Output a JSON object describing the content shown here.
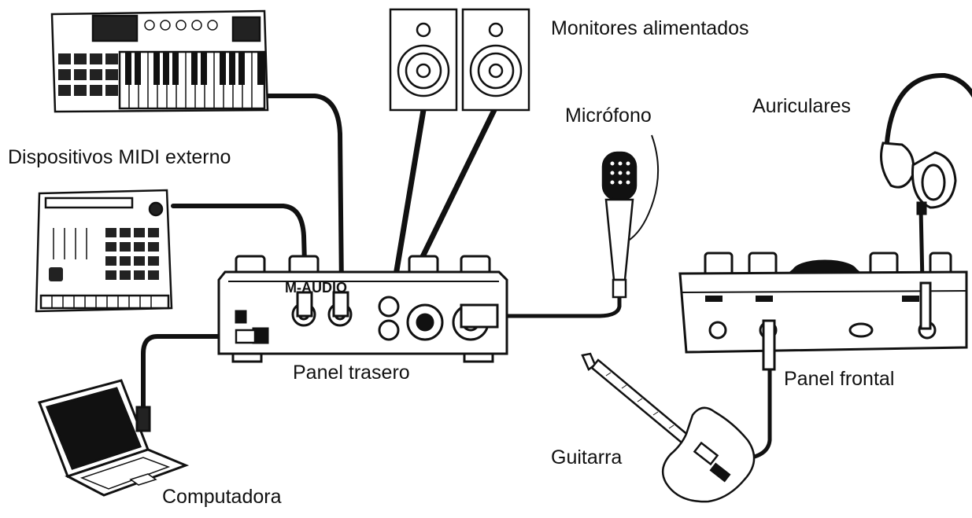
{
  "labels": {
    "midi_devices": "Dispositivos MIDI externo",
    "monitors": "Monitores alimentados",
    "microphone": "Micrófono",
    "headphones": "Auriculares",
    "rear_panel": "Panel trasero",
    "front_panel": "Panel frontal",
    "guitar": "Guitarra",
    "computer": "Computadora"
  },
  "device": {
    "brand": "M-AUDIO"
  },
  "colors": {
    "line": "#111111",
    "background": "#ffffff",
    "device_fill": "#f4f4f4",
    "dark_fill": "#1a1a1a"
  }
}
